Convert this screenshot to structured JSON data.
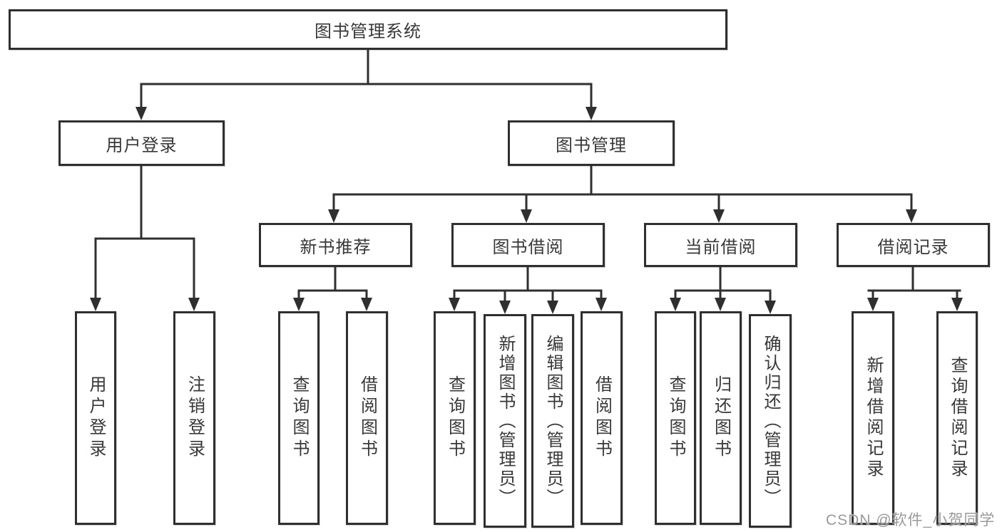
{
  "tree": {
    "root": {
      "label": "图书管理系统"
    },
    "branches": [
      {
        "label": "用户登录",
        "children": [
          {
            "label": "用户登录"
          },
          {
            "label": "注销登录"
          }
        ]
      },
      {
        "label": "图书管理",
        "children": [
          {
            "label": "新书推荐",
            "children": [
              {
                "label": "查询图书"
              },
              {
                "label": "借阅图书"
              }
            ]
          },
          {
            "label": "图书借阅",
            "children": [
              {
                "label": "查询图书"
              },
              {
                "label": "新增图书（管理员）"
              },
              {
                "label": "编辑图书（管理员）"
              },
              {
                "label": "借阅图书"
              }
            ]
          },
          {
            "label": "当前借阅",
            "children": [
              {
                "label": "查询图书"
              },
              {
                "label": "归还图书"
              },
              {
                "label": "确认归还（管理员）"
              }
            ]
          },
          {
            "label": "借阅记录",
            "children": [
              {
                "label": "新增借阅记录"
              },
              {
                "label": "查询借阅记录"
              }
            ]
          }
        ]
      }
    ]
  },
  "watermark": {
    "text": "CSDN @软件_小贺同学"
  },
  "colors": {
    "line": "#2f2f2f",
    "box_border": "#2f2f2f",
    "box_background": "#ffffff",
    "text": "#383838",
    "watermark": "#9a9a9a"
  }
}
